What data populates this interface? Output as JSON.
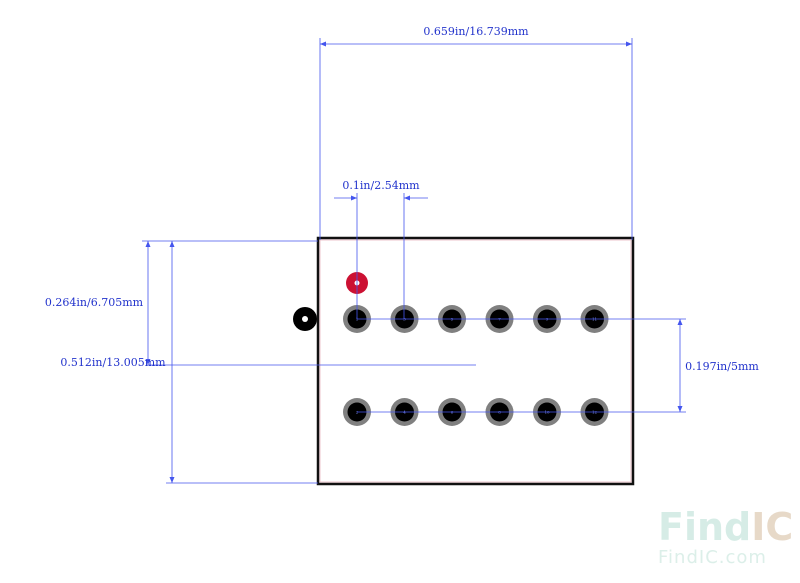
{
  "dimensions": {
    "width": "0.659in/16.739mm",
    "pitch": "0.1in/2.54mm",
    "pin1_offset": "0.264in/6.705mm",
    "height": "0.512in/13.005mm",
    "row_spacing": "0.197in/5mm"
  },
  "pins": {
    "top_row": [
      "1",
      "3",
      "5",
      "7",
      "9",
      "11"
    ],
    "bottom_row": [
      "2",
      "4",
      "6",
      "8",
      "10",
      "12"
    ]
  },
  "watermark": {
    "logo_find": "Find",
    "logo_ic": "IC",
    "url": "FindIC.com"
  },
  "colors": {
    "dimension_line": "#4455ee",
    "outline": "#111111",
    "pad_ring": "#808080",
    "drill": "#000000",
    "pin1_marker": "#cc1133",
    "watermark": "#cfe8e1"
  }
}
